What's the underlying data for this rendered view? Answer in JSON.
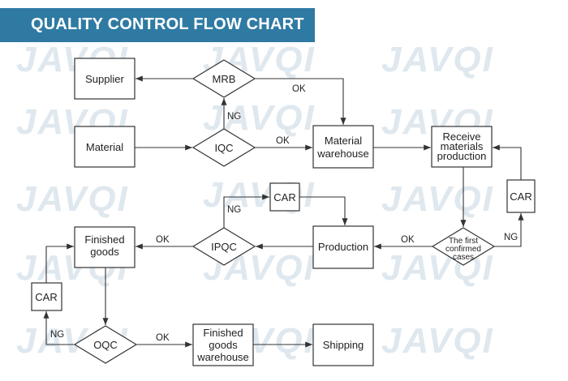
{
  "header": {
    "title": "QUALITY CONTROL FLOW CHART"
  },
  "watermark": "JAVQI",
  "nodes": {
    "supplier": "Supplier",
    "mrb": "MRB",
    "material": "Material",
    "iqc": "IQC",
    "material_warehouse": [
      "Material",
      "warehouse"
    ],
    "receive_materials": [
      "Receive",
      "materials",
      "production"
    ],
    "car_right": "CAR",
    "car_mid": "CAR",
    "first_confirmed": [
      "The first",
      "confirmed",
      "cases"
    ],
    "production": "Production",
    "ipqc": "IPQC",
    "finished_goods": [
      "Finished",
      "goods"
    ],
    "car_left": "CAR",
    "oqc": "OQC",
    "finished_goods_warehouse": [
      "Finished",
      "goods",
      "warehouse"
    ],
    "shipping": "Shipping"
  },
  "edge_labels": {
    "mrb_ok": "OK",
    "iqc_ng": "NG",
    "iqc_ok": "OK",
    "first_ng": "NG",
    "first_ok": "OK",
    "ipqc_ng": "NG",
    "ipqc_ok": "OK",
    "oqc_ng": "NG",
    "oqc_ok": "OK"
  },
  "colors": {
    "header": "#2f7aa3",
    "stroke": "#333333",
    "watermark": "#dfe8ee"
  }
}
